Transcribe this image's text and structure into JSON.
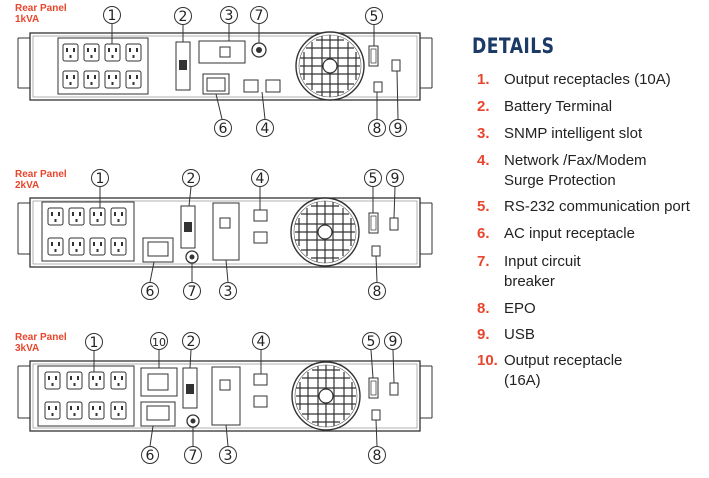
{
  "panels": [
    {
      "label": "Rear Panel\n1kVA"
    },
    {
      "label": "Rear Panel\n2kVA"
    },
    {
      "label": "Rear Panel\n3kVA"
    }
  ],
  "callouts": {
    "p1_top": [
      "1",
      "2",
      "3",
      "7",
      "5"
    ],
    "p1_bottom": [
      "6",
      "4",
      "8",
      "9"
    ],
    "p2_top": [
      "1",
      "2",
      "4",
      "5",
      "9"
    ],
    "p2_bottom": [
      "6",
      "7",
      "3",
      "8"
    ],
    "p3_top": [
      "1",
      "10",
      "2",
      "4",
      "5",
      "9"
    ],
    "p3_bottom": [
      "6",
      "7",
      "3",
      "8"
    ]
  },
  "details": {
    "title": "DETAILS",
    "items": [
      {
        "num": "1.",
        "text": "Output receptacles (10A)"
      },
      {
        "num": "2.",
        "text": "Battery Terminal"
      },
      {
        "num": "3.",
        "text": "SNMP intelligent slot"
      },
      {
        "num": "4.",
        "text": "Network /Fax/Modem\nSurge Protection"
      },
      {
        "num": "5.",
        "text": "RS-232 communication port"
      },
      {
        "num": "6.",
        "text": "AC input receptacle"
      },
      {
        "num": "7.",
        "text": "Input circuit\nbreaker"
      },
      {
        "num": "8.",
        "text": "EPO"
      },
      {
        "num": "9.",
        "text": "USB"
      },
      {
        "num": "10.",
        "text": "Output receptacle\n(16A)"
      }
    ]
  },
  "colors": {
    "accent": "#e8452c",
    "title": "#1c3a66",
    "line": "#333333"
  }
}
